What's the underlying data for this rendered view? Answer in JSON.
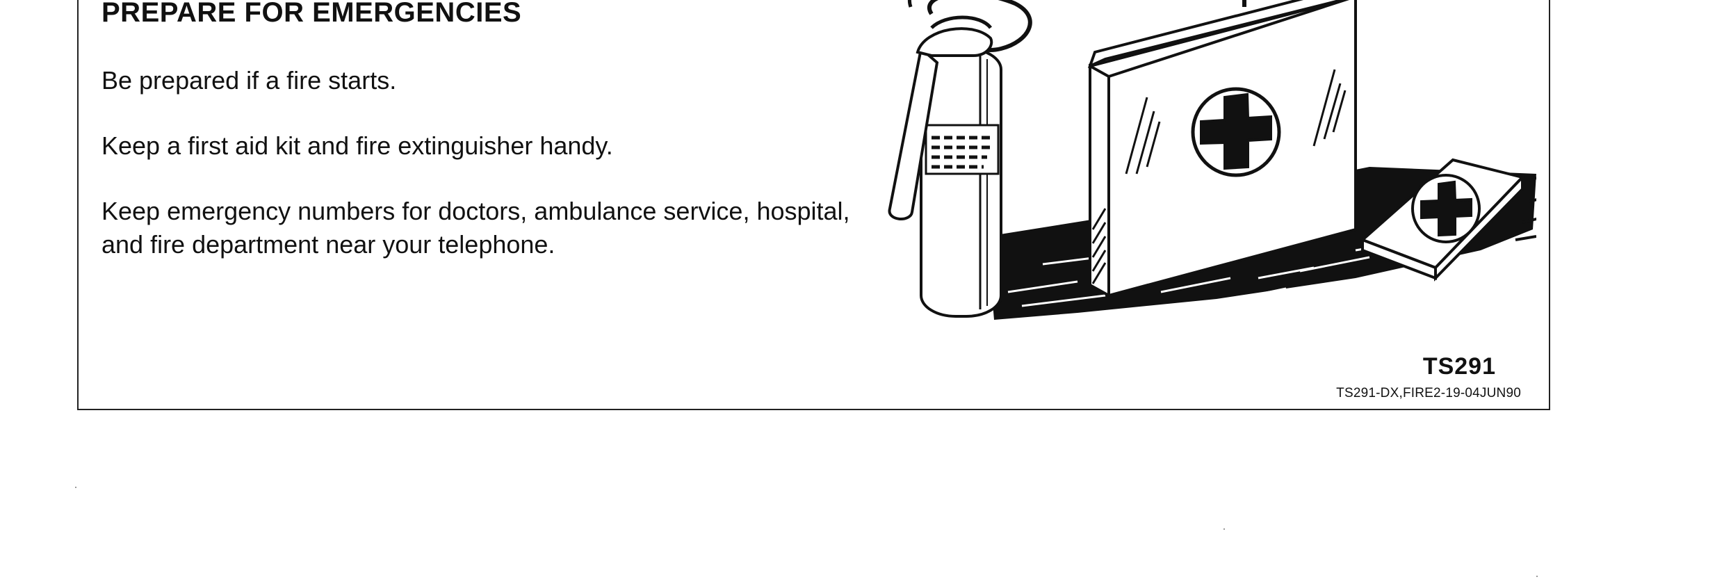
{
  "heading": "PREPARE FOR EMERGENCIES",
  "paragraphs": [
    "Be prepared if a fire starts.",
    "Keep a first aid kit and fire extinguisher handy.",
    "Keep emergency numbers for doctors, ambulance service, hospital, and fire department near your telephone."
  ],
  "illustration": {
    "items": [
      "fire-extinguisher-icon",
      "first-aid-case-icon",
      "first-aid-box-icon"
    ]
  },
  "figure_code": "TS291",
  "figure_reference": "TS291-DX,FIRE2-19-04JUN90"
}
